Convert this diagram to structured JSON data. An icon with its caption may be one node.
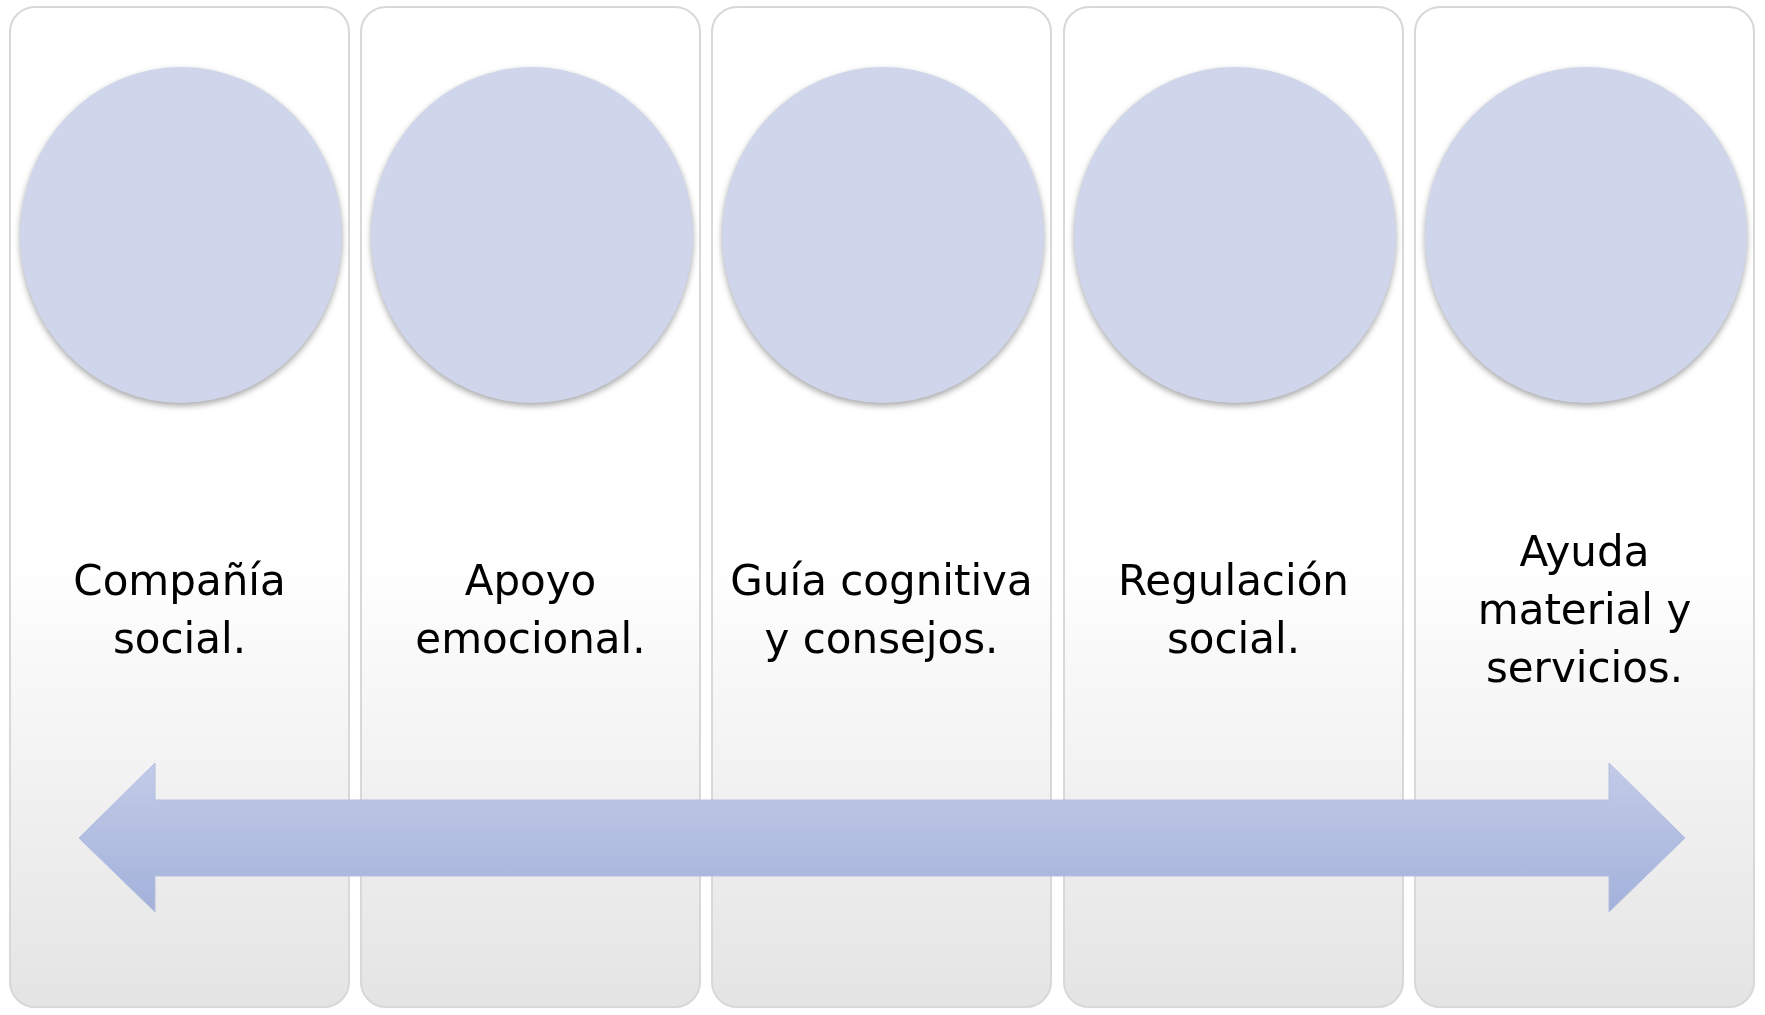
{
  "diagram": {
    "nodes": [
      {
        "text": [
          "Compañía social."
        ]
      },
      {
        "text": [],
        "shape": "circle",
        "in": 0
      },
      {
        "text": [
          "Apoyo emocional."
        ]
      },
      {
        "text": [],
        "shape": "circle",
        "in": 2
      },
      {
        "text": [
          "Guía cognitiva y consejos."
        ]
      },
      {
        "text": [],
        "shape": "circle",
        "in": 4
      },
      {
        "text": [
          "Regulación social."
        ]
      },
      {
        "text": [],
        "shape": "circle",
        "in": 6
      },
      {
        "text": [
          "Ayuda material y servicios."
        ]
      },
      {
        "text": [],
        "shape": "circle",
        "in": 8
      }
    ]
  }
}
